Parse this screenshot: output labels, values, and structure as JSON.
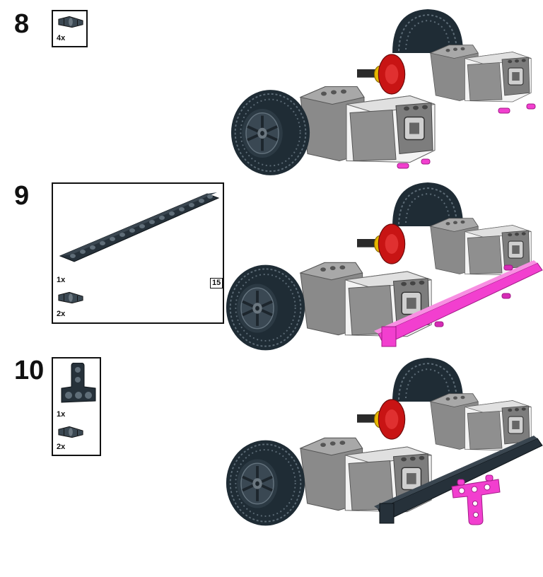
{
  "steps": [
    {
      "number": "8",
      "parts": [
        {
          "part": "connector-pin-icon",
          "qty": "4x"
        }
      ]
    },
    {
      "number": "9",
      "parts": [
        {
          "part": "beam-15-icon",
          "qty": "1x"
        },
        {
          "part": "connector-pin-icon",
          "qty": "2x"
        }
      ],
      "length_label": "15"
    },
    {
      "number": "10",
      "parts": [
        {
          "part": "t-beam-icon",
          "qty": "1x"
        },
        {
          "part": "connector-pin-icon",
          "qty": "2x"
        }
      ]
    }
  ],
  "colors": {
    "new_part_highlight": "#f23fcf",
    "tire": "#1f2c35",
    "motor_grey": "#8a8a8a",
    "motor_white": "#f3f3f3",
    "hub_red": "#c81414",
    "axle_yellow": "#e8b800",
    "beam_dark": "#26313a"
  }
}
